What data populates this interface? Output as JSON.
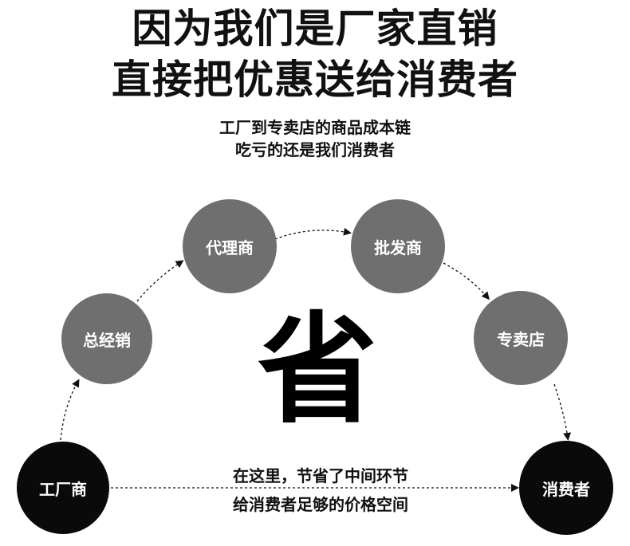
{
  "headline": {
    "line1": "因为我们是厂家直销",
    "line2": "直接把优惠送给消费者"
  },
  "subheadline": {
    "line1": "工厂到专卖店的商品成本链",
    "line2": "吃亏的还是我们消费者"
  },
  "nodes": {
    "factory": "工厂商",
    "distributor": "总经销",
    "agent": "代理商",
    "wholesaler": "批发商",
    "store": "专卖店",
    "consumer": "消费者"
  },
  "center_char": "省",
  "bottom_caption": {
    "line1": "在这里，节省了中间环节",
    "line2": "给消费者足够的价格空间"
  },
  "colors": {
    "grey_node": "#6f6f6f",
    "black_node": "#0a0a0a",
    "text": "#111111"
  }
}
